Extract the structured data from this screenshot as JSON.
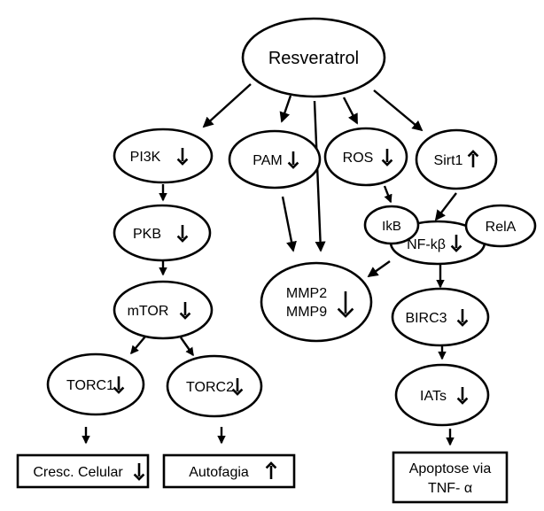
{
  "nodes": {
    "resveratrol": {
      "label": "Resveratrol",
      "trend": ""
    },
    "pi3k": {
      "label": "PI3K",
      "trend": "down"
    },
    "pam": {
      "label": "PAM",
      "trend": "down"
    },
    "ros": {
      "label": "ROS",
      "trend": "down"
    },
    "sirt1": {
      "label": "Sirt1",
      "trend": "up"
    },
    "pkb": {
      "label": "PKB",
      "trend": "down"
    },
    "ikb": {
      "label": "IkB",
      "trend": ""
    },
    "rela": {
      "label": "RelA",
      "trend": ""
    },
    "nfkb": {
      "label": "NF-kβ",
      "trend": "down"
    },
    "mtor": {
      "label": "mTOR",
      "trend": "down"
    },
    "mmp": {
      "label_line1": "MMP2",
      "label_line2": "MMP9",
      "trend": "down"
    },
    "birc3": {
      "label": "BIRC3",
      "trend": "down"
    },
    "torc1": {
      "label": "TORC1",
      "trend": "down"
    },
    "torc2": {
      "label": "TORC2",
      "trend": "down"
    },
    "iats": {
      "label": "IATs",
      "trend": "down"
    },
    "cresc": {
      "label": "Cresc. Celular",
      "trend": "down"
    },
    "autofagia": {
      "label": "Autofagia",
      "trend": "up"
    },
    "apoptose": {
      "label_line1": "Apoptose via",
      "label_line2": "TNF- α",
      "trend": ""
    }
  }
}
